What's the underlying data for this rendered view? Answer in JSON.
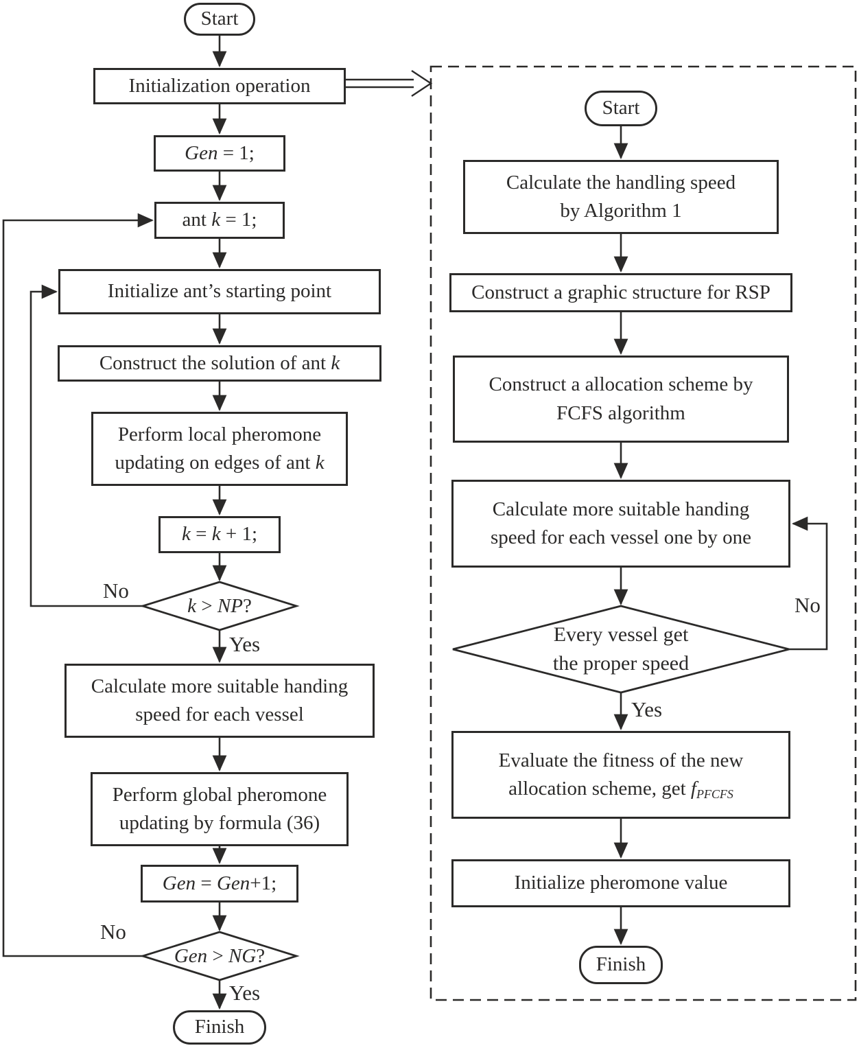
{
  "colors": {
    "stroke": "#2b2a29",
    "background": "#ffffff"
  },
  "left": {
    "start_label": "Start",
    "finish_label": "Finish",
    "init_op": [
      [
        {
          "t": "Initialization operation"
        }
      ]
    ],
    "gen_init": [
      [
        {
          "t": "Gen",
          "i": 1
        },
        {
          "t": " = 1;"
        }
      ]
    ],
    "ant_init": [
      [
        {
          "t": "ant "
        },
        {
          "t": "k",
          "i": 1
        },
        {
          "t": " = 1;"
        }
      ]
    ],
    "init_start_point": [
      [
        {
          "t": "Initialize ant’s starting point"
        }
      ]
    ],
    "construct_solution": [
      [
        {
          "t": "Construct the solution of ant "
        },
        {
          "t": "k",
          "i": 1
        }
      ]
    ],
    "local_pheromone": [
      [
        {
          "t": "Perform local pheromone"
        }
      ],
      [
        {
          "t": "updating on edges of ant "
        },
        {
          "t": "k",
          "i": 1
        }
      ]
    ],
    "k_increment": [
      [
        {
          "t": "k",
          "i": 1
        },
        {
          "t": " = "
        },
        {
          "t": "k",
          "i": 1
        },
        {
          "t": " + 1;"
        }
      ]
    ],
    "k_decision": [
      [
        {
          "t": "k",
          "i": 1
        },
        {
          "t": " > "
        },
        {
          "t": "NP",
          "i": 1
        },
        {
          "t": "?"
        }
      ]
    ],
    "k_no": "No",
    "k_yes": "Yes",
    "calc_handing": [
      [
        {
          "t": "Calculate more suitable handing"
        }
      ],
      [
        {
          "t": "speed for each vessel"
        }
      ]
    ],
    "global_pheromone": [
      [
        {
          "t": "Perform global pheromone"
        }
      ],
      [
        {
          "t": "updating by formula (36)"
        }
      ]
    ],
    "gen_increment": [
      [
        {
          "t": "Gen",
          "i": 1
        },
        {
          "t": " = "
        },
        {
          "t": "Gen",
          "i": 1
        },
        {
          "t": "+1;"
        }
      ]
    ],
    "gen_decision": [
      [
        {
          "t": "Gen",
          "i": 1
        },
        {
          "t": " > "
        },
        {
          "t": "NG",
          "i": 1
        },
        {
          "t": "?"
        }
      ]
    ],
    "gen_no": "No",
    "gen_yes": "Yes"
  },
  "right": {
    "start_label": "Start",
    "finish_label": "Finish",
    "calc_handling": [
      [
        {
          "t": "Calculate the handling speed"
        }
      ],
      [
        {
          "t": "by Algorithm 1"
        }
      ]
    ],
    "graphic_structure": [
      [
        {
          "t": "Construct a graphic structure for RSP"
        }
      ]
    ],
    "fcfs_scheme": [
      [
        {
          "t": "Construct a allocation scheme by"
        }
      ],
      [
        {
          "t": "FCFS algorithm"
        }
      ]
    ],
    "calc_each_vessel": [
      [
        {
          "t": "Calculate more suitable handing"
        }
      ],
      [
        {
          "t": "speed for each vessel one by one"
        }
      ]
    ],
    "vessel_decision": [
      [
        {
          "t": "Every vessel get"
        }
      ],
      [
        {
          "t": "the proper speed"
        }
      ]
    ],
    "vessel_no": "No",
    "vessel_yes": "Yes",
    "evaluate_fitness": [
      [
        {
          "t": "Evaluate the fitness of the new"
        }
      ],
      [
        {
          "t": "allocation scheme, get "
        },
        {
          "t": "f",
          "i": 1
        },
        {
          "t": "PFCFS",
          "i": 1,
          "sub": 1
        }
      ]
    ],
    "init_pheromone": [
      [
        {
          "t": "Initialize pheromone value"
        }
      ]
    ],
    "finish_label_note": "Finish"
  }
}
